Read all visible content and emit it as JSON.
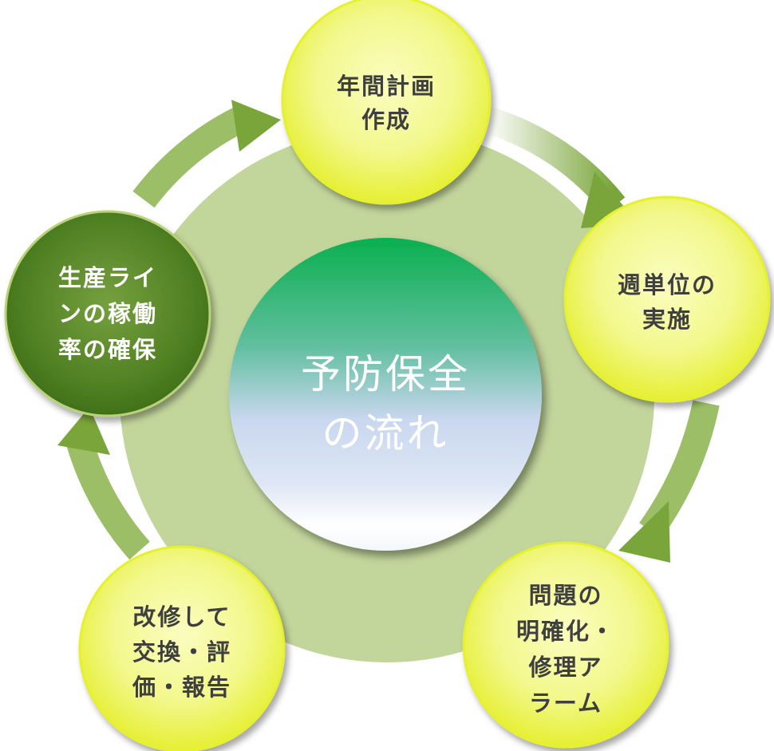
{
  "center": {
    "lines": [
      "予防保全",
      "の流れ"
    ]
  },
  "nodes": [
    {
      "id": "annual-plan",
      "lines": [
        "年間計画",
        "作成"
      ],
      "style": "light"
    },
    {
      "id": "weekly-implementation",
      "lines": [
        "週単位の",
        "実施"
      ],
      "style": "light"
    },
    {
      "id": "problem-alarm",
      "lines": [
        "問題の",
        "明確化・",
        "修理ア",
        "ラーム"
      ],
      "style": "light"
    },
    {
      "id": "repair-report",
      "lines": [
        "改修して",
        "交換・評",
        "価・報告"
      ],
      "style": "light"
    },
    {
      "id": "line-uptime",
      "lines": [
        "生産ライ",
        "ンの稼働",
        "率の確保"
      ],
      "style": "dark"
    }
  ],
  "colors": {
    "ring": "#c2d59b",
    "arrow": "#7aa53a",
    "node_light_center": "#fbfdbf",
    "node_light_edge": "#e4ef2a",
    "node_dark_center": "#76a03e",
    "node_dark_edge": "#3a6a14",
    "center_top": "#0aaf50",
    "center_mid": "#c9d7ef",
    "center_bottom": "#ffffff"
  }
}
